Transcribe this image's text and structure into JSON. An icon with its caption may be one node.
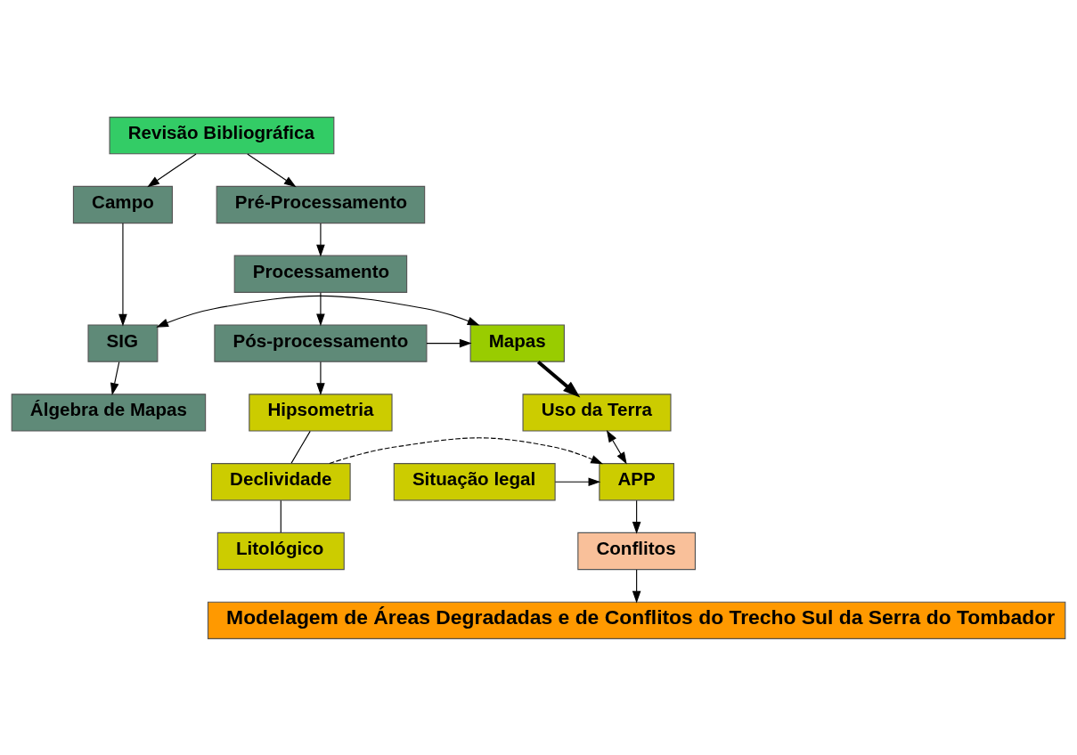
{
  "diagram": {
    "nodes": [
      {
        "text": [
          "Revisão Bibliográfica"
        ]
      },
      {
        "text": [
          "Campo"
        ]
      },
      {
        "text": [
          "Pré-Processamento"
        ]
      },
      {
        "text": [
          "Processamento"
        ]
      },
      {
        "text": [
          "SIG"
        ]
      },
      {
        "text": [
          "Mapas"
        ]
      },
      {
        "text": [
          "Pós-processamento"
        ]
      },
      {
        "text": [
          "Álgebra de Mapas"
        ]
      },
      {
        "text": [
          "Uso da Terra"
        ]
      },
      {
        "text": [
          "Hipsometria"
        ]
      },
      {
        "text": [
          "Situação legal"
        ]
      },
      {
        "text": [
          "APP"
        ]
      },
      {
        "text": [
          "Declividade"
        ]
      },
      {
        "text": [
          "Litológico"
        ]
      },
      {
        "text": [
          "Conflitos"
        ]
      },
      {
        "text": [
          "Modelagem de Áreas Degradadas e de Conflitos do Trecho Sul da Serra do Tombador"
        ]
      }
    ],
    "edges": [
      {
        "from": 0,
        "to": 1,
        "arrow": "to"
      },
      {
        "from": 0,
        "to": 2,
        "arrow": "to"
      },
      {
        "from": 2,
        "to": 3,
        "arrow": "to"
      },
      {
        "from": 3,
        "to": 6,
        "arrow": "to"
      },
      {
        "from": 1,
        "to": 4,
        "arrow": "to"
      },
      {
        "from": 4,
        "to": 5,
        "arrow": "both"
      },
      {
        "from": 6,
        "to": 5,
        "arrow": "to"
      },
      {
        "from": 4,
        "to": 7,
        "arrow": "to"
      },
      {
        "from": 5,
        "to": 8,
        "arrow": "to",
        "style": "thick"
      },
      {
        "from": 6,
        "to": 9,
        "arrow": "to"
      },
      {
        "from": 8,
        "to": 11,
        "arrow": "both"
      },
      {
        "from": 10,
        "to": 11,
        "arrow": "to"
      },
      {
        "from": 12,
        "to": 11,
        "arrow": "to",
        "style": "dashed"
      },
      {
        "from": 9,
        "to": 12,
        "arrow": "none"
      },
      {
        "from": 12,
        "to": 13,
        "arrow": "none"
      },
      {
        "from": 11,
        "to": 14,
        "arrow": "to"
      },
      {
        "from": 14,
        "to": 15,
        "arrow": "to"
      }
    ]
  }
}
